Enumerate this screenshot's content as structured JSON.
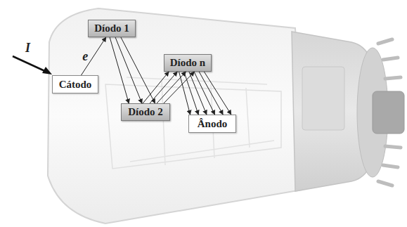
{
  "diagram": {
    "nodes": [
      {
        "text": [
          "Cátodo"
        ]
      },
      {
        "text": [
          "Díodo 1"
        ]
      },
      {
        "text": [
          "Díodo 2"
        ]
      },
      {
        "text": [
          "Díodo n"
        ]
      },
      {
        "text": [
          "Ânodo"
        ]
      }
    ],
    "edges": [
      {
        "from": 0,
        "to": 1,
        "label": "e",
        "arrow": "to"
      },
      {
        "from": 1,
        "to": 2,
        "arrow": "to"
      },
      {
        "from": 2,
        "to": 3,
        "arrow": "to"
      },
      {
        "from": 3,
        "to": 4,
        "arrow": "to"
      }
    ],
    "labels": [
      "I"
    ]
  }
}
